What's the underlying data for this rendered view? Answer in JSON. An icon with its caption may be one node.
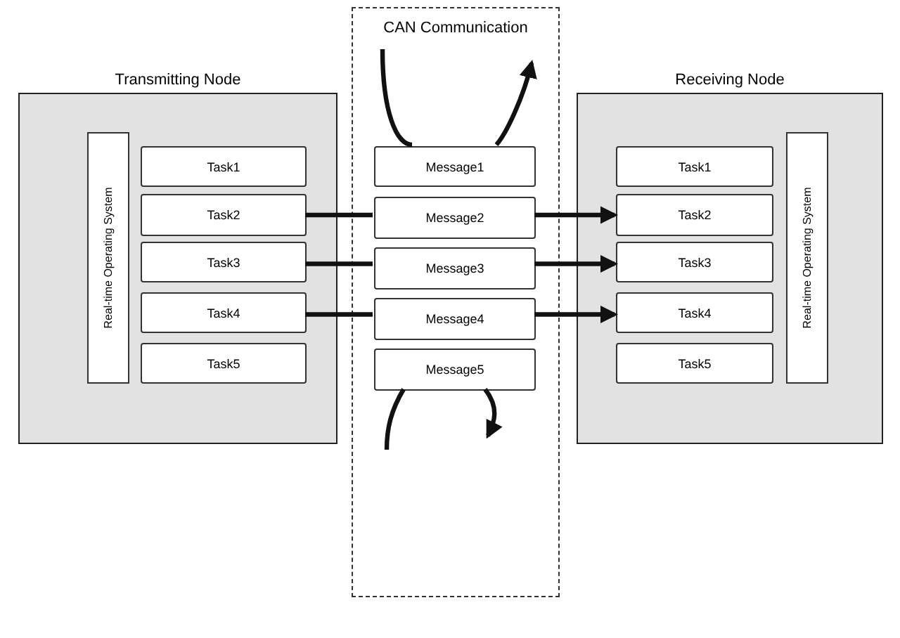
{
  "diagram": {
    "nodes": [
      {
        "text": [
          "Transmitting Node"
        ]
      },
      {
        "text": [
          "Real-time Operating System"
        ],
        "in": 0
      },
      {
        "text": [
          "Task1"
        ],
        "in": 0
      },
      {
        "text": [
          "Task2"
        ],
        "in": 0
      },
      {
        "text": [
          "Task3"
        ],
        "in": 0
      },
      {
        "text": [
          "Task4"
        ],
        "in": 0
      },
      {
        "text": [
          "Task5"
        ],
        "in": 0
      },
      {
        "text": [
          "CAN Communication"
        ]
      },
      {
        "text": [
          "Message1"
        ],
        "in": 7
      },
      {
        "text": [
          "Message2"
        ],
        "in": 7
      },
      {
        "text": [
          "Message3"
        ],
        "in": 7
      },
      {
        "text": [
          "Message4"
        ],
        "in": 7
      },
      {
        "text": [
          "Message5"
        ],
        "in": 7
      },
      {
        "text": [
          "Receiving Node"
        ]
      },
      {
        "text": [
          "Task1"
        ],
        "in": 13
      },
      {
        "text": [
          "Task2"
        ],
        "in": 13
      },
      {
        "text": [
          "Task3"
        ],
        "in": 13
      },
      {
        "text": [
          "Task4"
        ],
        "in": 13
      },
      {
        "text": [
          "Task5"
        ],
        "in": 13
      },
      {
        "text": [
          "Real-time Operating System"
        ],
        "in": 13
      }
    ],
    "edges": [
      {
        "from": 3,
        "to": 9,
        "arrow": "none"
      },
      {
        "from": 9,
        "to": 15,
        "arrow": "to"
      },
      {
        "from": 4,
        "to": 10,
        "arrow": "none"
      },
      {
        "from": 10,
        "to": 16,
        "arrow": "to"
      },
      {
        "from": 5,
        "to": 11,
        "arrow": "none"
      },
      {
        "from": 11,
        "to": 17,
        "arrow": "to"
      },
      {
        "from": null,
        "to": 8,
        "arrow": "none"
      },
      {
        "from": 8,
        "to": null,
        "arrow": "to"
      },
      {
        "from": 12,
        "to": null,
        "arrow": "none"
      },
      {
        "from": 12,
        "to": null,
        "arrow": "to"
      }
    ]
  }
}
